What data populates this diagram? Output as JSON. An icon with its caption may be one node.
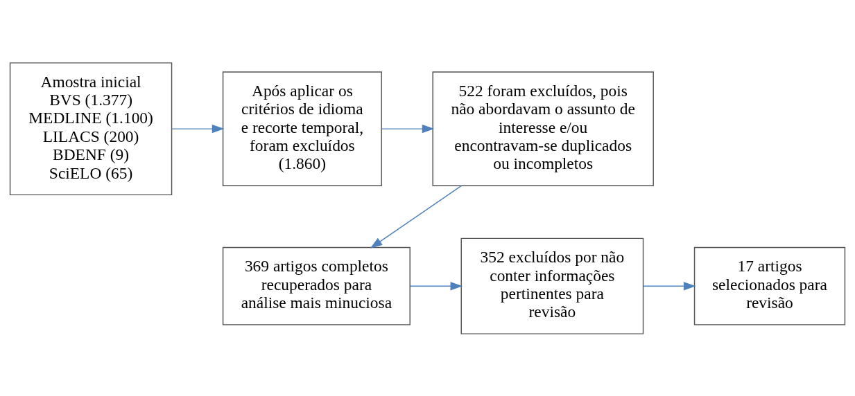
{
  "diagram": {
    "nodes": [
      {
        "text": [
          "Amostra inicial",
          "BVS (1.377)",
          "MEDLINE (1.100)",
          "LILACS (200)",
          "BDENF (9)",
          "SciELO (65)"
        ]
      },
      {
        "text": [
          "Após aplicar os critérios de idioma e recorte temporal, foram excluídos (1.860)"
        ]
      },
      {
        "text": [
          "522 foram excluídos, pois não abordavam o assunto de interesse e/ou encontravam-se duplicados ou incompletos"
        ]
      },
      {
        "text": [
          "369 artigos completos recuperados para análise mais minuciosa"
        ]
      },
      {
        "text": [
          "352 excluídos por não conter informações pertinentes para revisão"
        ]
      },
      {
        "text": [
          "17 artigos selecionados para revisão"
        ]
      }
    ],
    "edges": [
      {
        "from": 0,
        "to": 1,
        "arrow": "to"
      },
      {
        "from": 1,
        "to": 2,
        "arrow": "to"
      },
      {
        "from": 2,
        "to": 3,
        "arrow": "to"
      },
      {
        "from": 3,
        "to": 4,
        "arrow": "to"
      },
      {
        "from": 4,
        "to": 5,
        "arrow": "to"
      }
    ]
  }
}
